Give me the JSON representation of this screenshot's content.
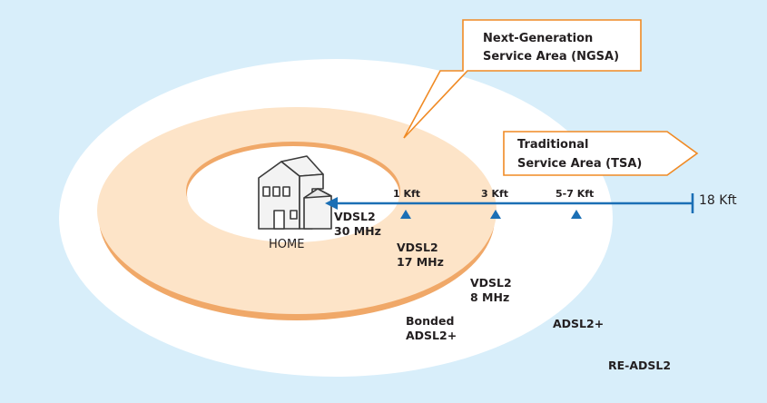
{
  "callouts": {
    "ngsa": {
      "line1": "Next-Generation",
      "line2": "Service Area (NGSA)"
    },
    "tsa": {
      "line1": "Traditional",
      "line2": "Service Area (TSA)"
    }
  },
  "home": {
    "label": "HOME"
  },
  "distance_markers": [
    "1 Kft",
    "3 Kft",
    "5-7 Kft"
  ],
  "end_label": "18 Kft",
  "zones": {
    "vdsl2_30": {
      "line1": "VDSL2",
      "line2": "30 MHz"
    },
    "vdsl2_17": {
      "line1": "VDSL2",
      "line2": "17 MHz"
    },
    "vdsl2_8": {
      "line1": "VDSL2",
      "line2": "8 MHz"
    },
    "bonded": {
      "line1": "Bonded",
      "line2": "ADSL2+"
    },
    "adsl2plus": "ADSL2+",
    "re_adsl2": "RE-ADSL2"
  },
  "colors": {
    "background": "#d8eefa",
    "ring_fill": "#fde4c8",
    "ring_shadow": "#f0a868",
    "callout_border": "#f08a24",
    "arrow": "#1b6fb5"
  }
}
